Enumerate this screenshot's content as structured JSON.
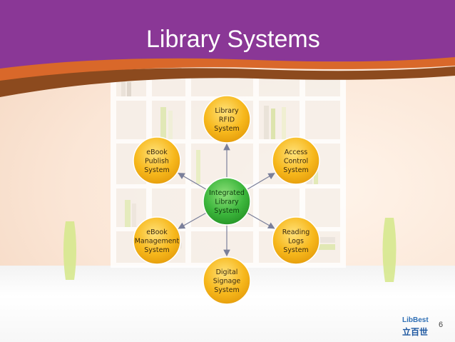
{
  "slide": {
    "title": "Library Systems",
    "page_number": "6",
    "logo": {
      "english": "LibBest",
      "chinese": "立百世"
    }
  },
  "diagram": {
    "center": {
      "lines": [
        "Integrated",
        "Library",
        "System"
      ],
      "color": "#3cb63c"
    },
    "node_color": "#f7b81c",
    "nodes": [
      {
        "id": "library-rfid",
        "lines": [
          "Library",
          "RFID",
          "System"
        ]
      },
      {
        "id": "access-control",
        "lines": [
          "Access",
          "Control",
          "System"
        ]
      },
      {
        "id": "reading-logs",
        "lines": [
          "Reading",
          "Logs",
          "System"
        ]
      },
      {
        "id": "digital-signage",
        "lines": [
          "Digital",
          "Signage",
          "System"
        ]
      },
      {
        "id": "ebook-management",
        "lines": [
          "eBook",
          "Management",
          "System"
        ]
      },
      {
        "id": "ebook-publish",
        "lines": [
          "eBook",
          "Publish",
          "System"
        ]
      }
    ]
  },
  "colors": {
    "banner": "#8a3796",
    "accent_orange": "#d9682a",
    "accent_brown": "#8c4a1e"
  }
}
